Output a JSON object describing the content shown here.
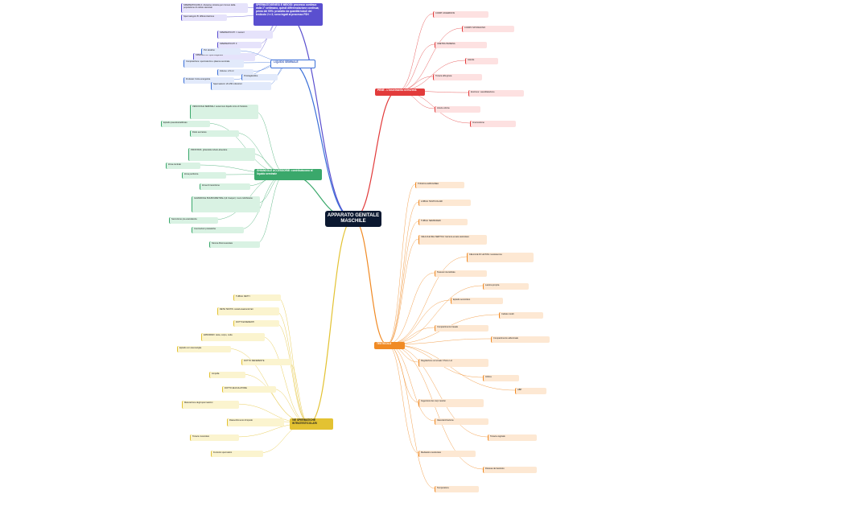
{
  "root": {
    "title": "APPARATO GENITALE MASCHILE"
  },
  "colors": {
    "root": "#0b1830",
    "purple": "#5a4fcf",
    "blue": "#3a6fd8",
    "green": "#3aa86b",
    "yellow": "#e3c232",
    "red": "#e23b3b",
    "orange": "#f08a24"
  },
  "branches": {
    "purple": "SPERMATOGENESI E MEIOSI: processo continuo dalla 1° settimana, quindi differenziazione continua; prima dei 90%: prodotto da quantità tubuli del testicolo 2 e 3; sono legati al processo FSH",
    "blue": "LIQUIDO SEMINALE",
    "green": "GHIANDOLE ACCESSORIE: contribuiscono al liquido seminale",
    "yellow": "VIE SPERMATICHE INTRATESTICOLARI",
    "red": "PENE - L'inserimento nell'uretra",
    "orange": "TESTICOLO"
  },
  "nodes": [
    {
      "id": "p1",
      "branch": "purple",
      "text": "SPERMATOGONI A: divisione mitotica per rinnovo della popolazione di cellule staminali"
    },
    {
      "id": "p2",
      "branch": "purple",
      "text": "Spermatogoni B: differenziazione"
    },
    {
      "id": "p3",
      "branch": "purple",
      "text": "SPERMATOCITI I: meiosi I"
    },
    {
      "id": "p4",
      "branch": "purple",
      "text": "SPERMATOCITI II"
    },
    {
      "id": "p5",
      "branch": "purple",
      "text": "SPERMATIDI: spermiogenesi"
    },
    {
      "id": "b1",
      "branch": "blue",
      "text": "PH: alcalino"
    },
    {
      "id": "b2",
      "branch": "blue",
      "text": "Composizione: spermatozoi e plasma seminale"
    },
    {
      "id": "b3",
      "branch": "blue",
      "text": "Volume: 2-5 ml"
    },
    {
      "id": "b4",
      "branch": "blue",
      "text": "Fruttosio: fonte energetica"
    },
    {
      "id": "b5",
      "branch": "blue",
      "text": "Prostaglandine"
    },
    {
      "id": "b6",
      "branch": "blue",
      "text": "Spermatozoi: 20-150 milioni/ml"
    },
    {
      "id": "g1",
      "branch": "green",
      "text": "VESCICOLE SEMINALI: secernono liquido ricco di fruttosio"
    },
    {
      "id": "g2",
      "branch": "green",
      "text": "Epitelio pseudostratificato"
    },
    {
      "id": "g3",
      "branch": "green",
      "text": "Dotto escretore"
    },
    {
      "id": "g4",
      "branch": "green",
      "text": "PROSTATA: ghiandola tubulo-alveolare"
    },
    {
      "id": "g5",
      "branch": "green",
      "text": "Zona centrale"
    },
    {
      "id": "g6",
      "branch": "green",
      "text": "Zona periferica"
    },
    {
      "id": "g7",
      "branch": "green",
      "text": "Zona di transizione"
    },
    {
      "id": "g8",
      "branch": "green",
      "text": "GHIANDOLE BULBOURETRALI (di Cowper): muco lubrificante"
    },
    {
      "id": "g9",
      "branch": "green",
      "text": "Secrezione pre-eiaculatoria"
    },
    {
      "id": "g10",
      "branch": "green",
      "text": "Concrezioni prostatiche"
    },
    {
      "id": "g11",
      "branch": "green",
      "text": "Stroma fibromuscolare"
    },
    {
      "id": "y1",
      "branch": "yellow",
      "text": "TUBULI RETTI"
    },
    {
      "id": "y2",
      "branch": "yellow",
      "text": "RETE TESTIS: canali anastomizzati"
    },
    {
      "id": "y3",
      "branch": "yellow",
      "text": "DOTTI EFFERENTI"
    },
    {
      "id": "y4",
      "branch": "yellow",
      "text": "EPIDIDIMO: testa, corpo, coda"
    },
    {
      "id": "y5",
      "branch": "yellow",
      "text": "Epitelio con stereociglia"
    },
    {
      "id": "y6",
      "branch": "yellow",
      "text": "DOTTO DEFERENTE"
    },
    {
      "id": "y7",
      "branch": "yellow",
      "text": "Ampolla"
    },
    {
      "id": "y8",
      "branch": "yellow",
      "text": "DOTTO EIACULATORE"
    },
    {
      "id": "y9",
      "branch": "yellow",
      "text": "Maturazione degli spermatozoi"
    },
    {
      "id": "y10",
      "branch": "yellow",
      "text": "Riassorbimento di liquido"
    },
    {
      "id": "y11",
      "branch": "yellow",
      "text": "Tonaca muscolare"
    },
    {
      "id": "y12",
      "branch": "yellow",
      "text": "Funicolo spermatico"
    },
    {
      "id": "r1",
      "branch": "red",
      "text": "CORPI CAVERNOSI"
    },
    {
      "id": "r2",
      "branch": "red",
      "text": "CORPO SPONGIOSO"
    },
    {
      "id": "r3",
      "branch": "red",
      "text": "URETRA PENIENA"
    },
    {
      "id": "r4",
      "branch": "red",
      "text": "Glande"
    },
    {
      "id": "r5",
      "branch": "red",
      "text": "Tonaca albuginea"
    },
    {
      "id": "r6",
      "branch": "red",
      "text": "Erezione: vasodilatazione"
    },
    {
      "id": "r7",
      "branch": "red",
      "text": "Arterie elicine"
    },
    {
      "id": "r8",
      "branch": "red",
      "text": "Innervazione"
    },
    {
      "id": "o1",
      "branch": "orange",
      "text": "TONACA ALBUGINEA"
    },
    {
      "id": "o2",
      "branch": "orange",
      "text": "LOBULI TESTICOLARI"
    },
    {
      "id": "o3",
      "branch": "orange",
      "text": "TUBULI SEMINIFERI"
    },
    {
      "id": "o4",
      "branch": "orange",
      "text": "CELLULE DEL SERTOLI: barriera emato-testicolare"
    },
    {
      "id": "o5",
      "branch": "orange",
      "text": "CELLULE DI LEYDIG: testosterone"
    },
    {
      "id": "o6",
      "branch": "orange",
      "text": "Tessuto interstiziale"
    },
    {
      "id": "o7",
      "branch": "orange",
      "text": "Lamina propria"
    },
    {
      "id": "o8",
      "branch": "orange",
      "text": "Epitelio seminifero"
    },
    {
      "id": "o9",
      "branch": "orange",
      "text": "Cellule mioidi"
    },
    {
      "id": "o10",
      "branch": "orange",
      "text": "Compartimento basale"
    },
    {
      "id": "o11",
      "branch": "orange",
      "text": "Compartimento adluminale"
    },
    {
      "id": "o12",
      "branch": "orange",
      "text": "Regolazione ormonale: FSH e LH"
    },
    {
      "id": "o13",
      "branch": "orange",
      "text": "Inibina"
    },
    {
      "id": "o14",
      "branch": "orange",
      "text": "ABP"
    },
    {
      "id": "o15",
      "branch": "orange",
      "text": "Fagocitosi dei corpi residui"
    },
    {
      "id": "o16",
      "branch": "orange",
      "text": "Vascolarizzazione"
    },
    {
      "id": "o17",
      "branch": "orange",
      "text": "Tonaca vaginale"
    },
    {
      "id": "o18",
      "branch": "orange",
      "text": "Mediastino testicolare"
    },
    {
      "id": "o19",
      "branch": "orange",
      "text": "Discesa del testicolo"
    },
    {
      "id": "o20",
      "branch": "orange",
      "text": "Temperatura"
    }
  ]
}
